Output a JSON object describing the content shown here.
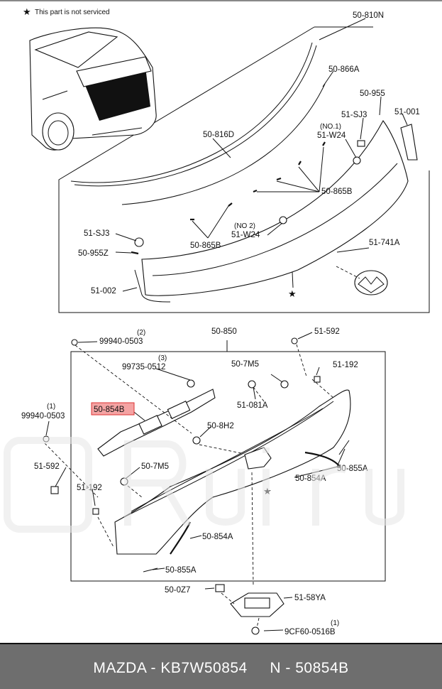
{
  "note": {
    "star": "★",
    "text": "This part is not serviced"
  },
  "labels": {
    "l_50_810N": "50-810N",
    "l_50_866A": "50-866A",
    "l_50_955": "50-955",
    "l_51_SJ3_a": "51-SJ3",
    "l_51_001": "51-001",
    "l_no1": "(NO.1)",
    "l_51_W24_a": "51-W24",
    "l_50_816D": "50-816D",
    "l_50_865B_a": "50-865B",
    "l_51_SJ3_b": "51-SJ3",
    "l_no2": "(NO 2)",
    "l_51_W24_b": "51-W24",
    "l_50_865B_b": "50-865B",
    "l_50_955Z": "50-955Z",
    "l_51_741A": "51-741A",
    "l_51_002": "51-002",
    "l_2": "(2)",
    "l_99940_0503_a": "99940-0503",
    "l_50_850": "50-850",
    "l_51_592_a": "51-592",
    "l_3": "(3)",
    "l_99735_0512": "99735-0512",
    "l_50_7M5_a": "50-7M5",
    "l_51_192_a": "51-192",
    "l_50_854B": "50-854B",
    "l_51_081A": "51-081A",
    "l_1_a": "(1)",
    "l_99940_0503_b": "99940-0503",
    "l_50_8H2": "50-8H2",
    "l_51_592_b": "51-592",
    "l_50_7M5_b": "50-7M5",
    "l_50_855A_a": "50-855A",
    "l_50_854A_a": "50-854A",
    "l_51_192_b": "51-192",
    "l_50_854A_b": "50-854A",
    "l_50_855A_b": "50-855A",
    "l_50_0Z7": "50-0Z7",
    "l_51_58YA": "51-58YA",
    "l_1_b": "(1)",
    "l_9CF60_0516B": "9CF60-0516B"
  },
  "highlight_color": "#f4a3a3",
  "footer": {
    "text": "MAZDA - KB7W50854     N - 50854B"
  }
}
